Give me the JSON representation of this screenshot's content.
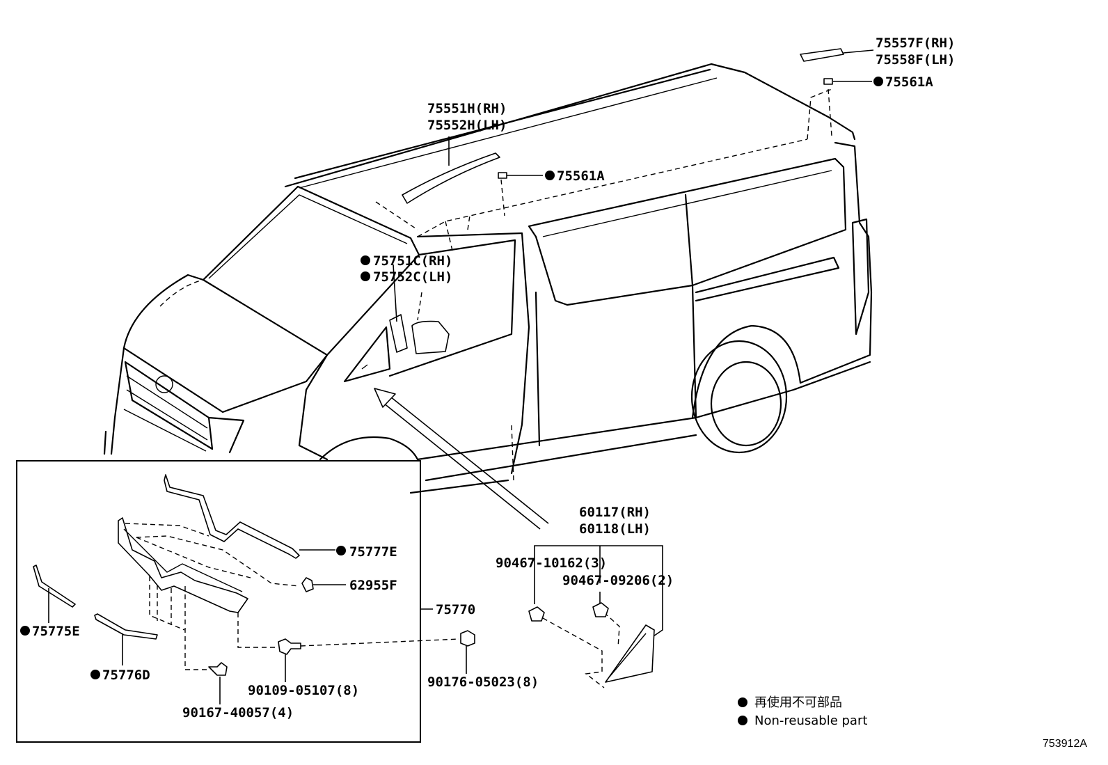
{
  "labels": {
    "p75557F": "75557F(RH)",
    "p75558F": "75558F(LH)",
    "p75561A_top": "75561A",
    "p75551H": "75551H(RH)",
    "p75552H": "75552H(LH)",
    "p75561A_mid": "75561A",
    "p75751C": "75751C(RH)",
    "p75752C": "75752C(LH)",
    "p60117": "60117(RH)",
    "p60118": "60118(LH)",
    "p90467_10162": "90467-10162(3)",
    "p90467_09206": "90467-09206(2)",
    "p75777E": "75777E",
    "p62955F": "62955F",
    "p75770": "75770",
    "p75775E": "75775E",
    "p75776D": "75776D",
    "p90109": "90109-05107(8)",
    "p90176": "90176-05023(8)",
    "p90167": "90167-40057(4)"
  },
  "legend": {
    "jp": "再使用不可部品",
    "en": "Non-reusable part"
  },
  "catalog_number": "753912A",
  "icons": {
    "non_reusable_marker": "filled-circle-icon"
  }
}
